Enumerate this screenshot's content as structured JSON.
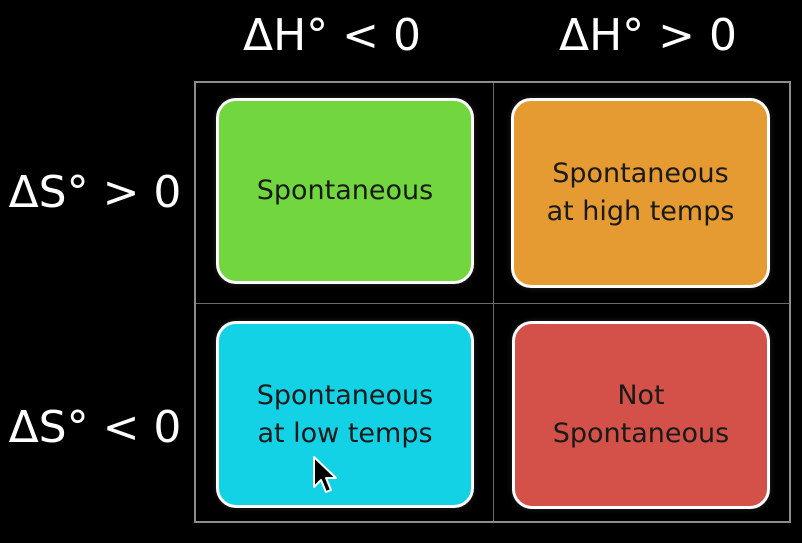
{
  "columns": [
    {
      "label": "ΔH° < 0"
    },
    {
      "label": "ΔH° > 0"
    }
  ],
  "rows": [
    {
      "label": "ΔS° > 0"
    },
    {
      "label": "ΔS° < 0"
    }
  ],
  "cells": [
    {
      "lines": [
        "Spontaneous"
      ],
      "color": "#72d73f"
    },
    {
      "lines": [
        "Spontaneous",
        "at high temps"
      ],
      "color": "#e59a32"
    },
    {
      "lines": [
        "Spontaneous",
        "at low temps"
      ],
      "color": "#14d2e5"
    },
    {
      "lines": [
        "Not",
        "Spontaneous"
      ],
      "color": "#d35148"
    }
  ],
  "colors": {
    "background": "#000000",
    "text_header": "#ffffff",
    "cell_border": "#ffffff",
    "grid_line": "#8c8c8c"
  },
  "icons": {
    "cursor": "mouse-pointer-icon"
  }
}
